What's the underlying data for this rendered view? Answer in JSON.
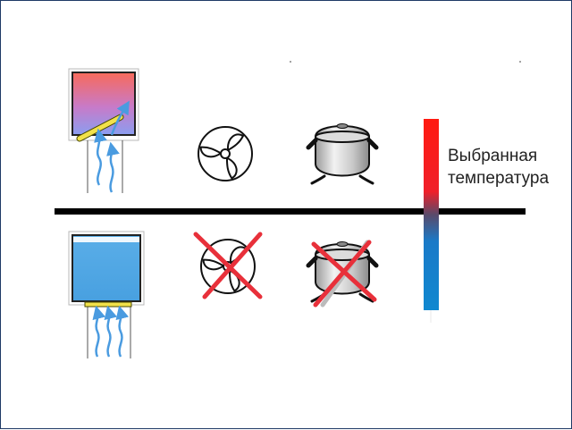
{
  "label": {
    "line1": "Выбранная",
    "line2": "температура"
  },
  "colors": {
    "hot": "#ff2a1a",
    "cold": "#1188cc",
    "cross": "#e8303a",
    "arrow": "#4a9be0",
    "divider": "#000000"
  },
  "rows": {
    "top": {
      "state": "heating",
      "fan": "on",
      "compressor": "on",
      "damper": "open"
    },
    "bottom": {
      "state": "cold",
      "fan": "off",
      "compressor": "off",
      "damper": "closed"
    }
  }
}
